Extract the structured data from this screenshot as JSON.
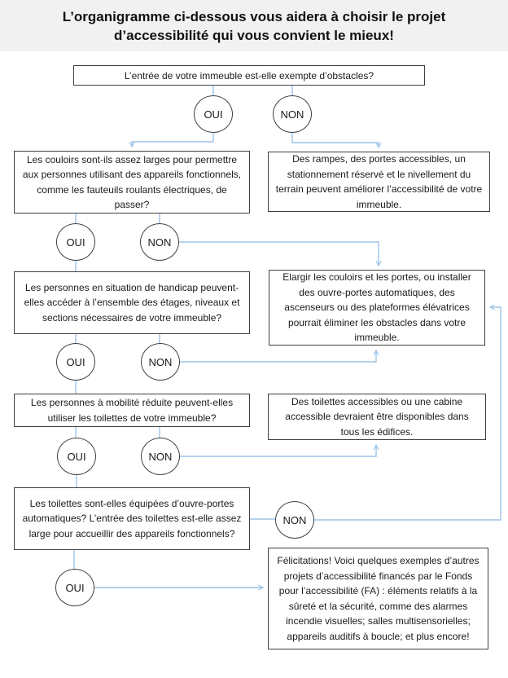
{
  "title": "L’organigramme ci-dessous vous aidera à choisir le projet d’accessibilité qui vous convient le mieux!",
  "labels": {
    "yes": "OUI",
    "no": "NON"
  },
  "questions": {
    "entrance": "L’entrée de votre immeuble est-elle exempte d’obstacles?",
    "hallways": "Les couloirs sont-ils assez larges pour permettre aux personnes utilisant des appareils fonctionnels, comme  les fauteuils roulants électriques, de passer?",
    "floors": "Les personnes en situation de handicap peuvent-elles accéder à l’ensemble des étages, niveaux et sections nécessaires de votre immeuble?",
    "washrooms": "Les personnes à mobilité réduite peuvent-elles utiliser les toilettes de votre immeuble?",
    "door_openers": "Les toilettes sont-elles équipées d’ouvre-portes automatiques?  L’entrée des toilettes est-elle assez large pour accueillir des appareils fonctionnels?"
  },
  "outcomes": {
    "ramps": "Des rampes, des portes accessibles, un stationnement réservé et le nivellement du terrain peuvent améliorer l’accessibilité de votre immeuble.",
    "widen": "Elargir les couloirs et les portes, ou installer des ouvre-portes  automatiques, des ascenseurs ou des plateformes élévatrices pourrait éliminer les obstacles dans votre immeuble.",
    "accessible_washroom": "Des toilettes accessibles ou une cabine accessible devraient être disponibles dans tous les édifices.",
    "congratulations": "Félicitations! Voici quelques exemples d’autres projets d’accessibilité financés par le Fonds pour l’accessibilité (FA) : éléments relatifs à la sûreté et la sécurité, comme des alarmes incendie visuelles; salles multisensorielles; appareils auditifs à boucle; et plus encore!"
  },
  "colors": {
    "connector": "#9dc3e6",
    "box_border": "#3f3f3f",
    "banner_bg": "#f1f1f1",
    "text": "#1a1a1a"
  }
}
